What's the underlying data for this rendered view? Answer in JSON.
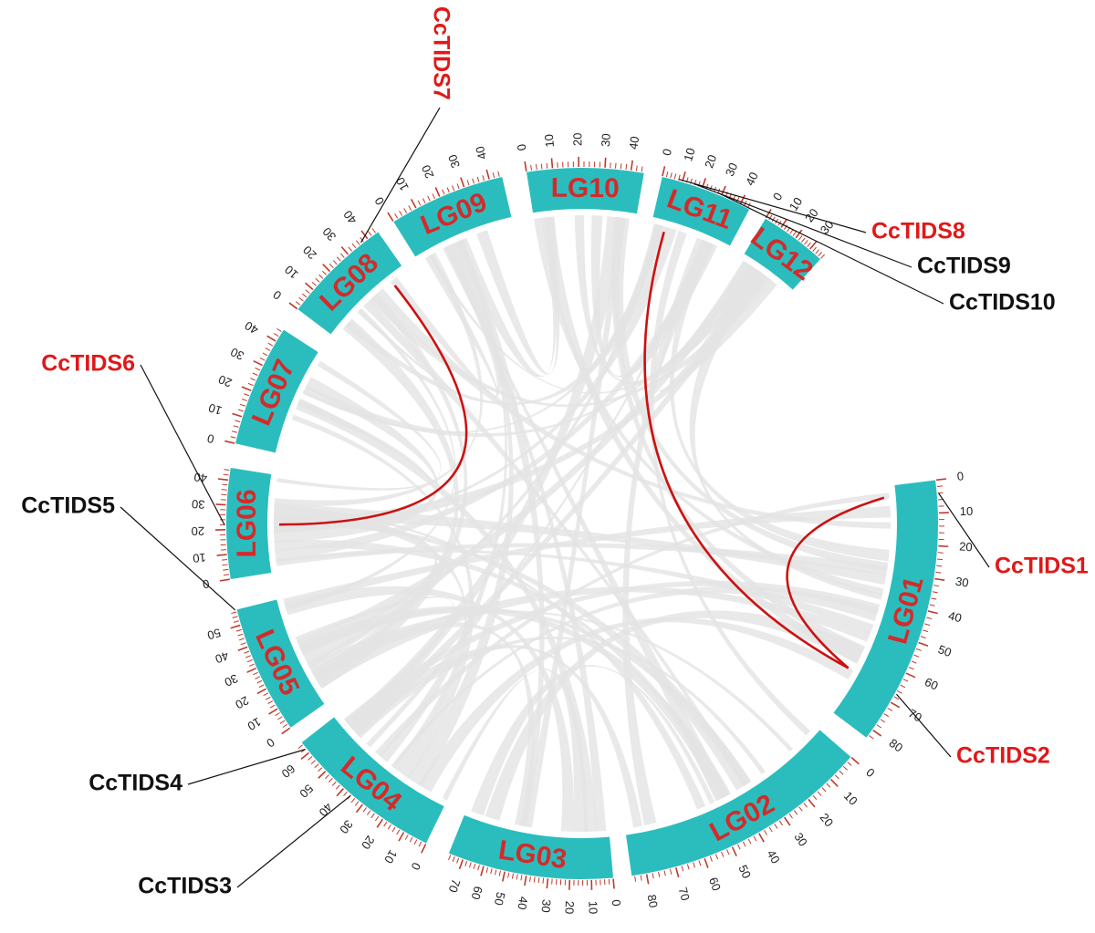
{
  "colors": {
    "chromosome_fill": "#2bbdbd",
    "chromosome_label": "#d42a2a",
    "tick": "#c0392b",
    "tick_label": "#222222",
    "link_gray": "#e3e3e3",
    "link_highlight": "#cc1111",
    "gene_highlight": "#e01818",
    "gene_plain": "#111111"
  },
  "chromosomes": [
    {
      "name": "LG01",
      "length": 83,
      "ticks": [
        0,
        10,
        20,
        30,
        40,
        50,
        60,
        70,
        80
      ]
    },
    {
      "name": "LG02",
      "length": 85,
      "ticks": [
        0,
        10,
        20,
        30,
        40,
        50,
        60,
        70,
        80
      ]
    },
    {
      "name": "LG03",
      "length": 77,
      "ticks": [
        0,
        10,
        20,
        30,
        40,
        50,
        60,
        70
      ]
    },
    {
      "name": "LG04",
      "length": 65,
      "ticks": [
        0,
        10,
        20,
        30,
        40,
        50,
        60
      ]
    },
    {
      "name": "LG05",
      "length": 57,
      "ticks": [
        0,
        10,
        20,
        30,
        40,
        50
      ]
    },
    {
      "name": "LG06",
      "length": 45,
      "ticks": [
        0,
        10,
        20,
        30,
        40
      ]
    },
    {
      "name": "LG07",
      "length": 45,
      "ticks": [
        0,
        10,
        20,
        30,
        40
      ]
    },
    {
      "name": "LG08",
      "length": 45,
      "ticks": [
        0,
        10,
        20,
        30,
        40
      ]
    },
    {
      "name": "LG09",
      "length": 45,
      "ticks": [
        0,
        10,
        20,
        30,
        40
      ]
    },
    {
      "name": "LG10",
      "length": 45,
      "ticks": [
        0,
        10,
        20,
        30,
        40
      ]
    },
    {
      "name": "LG11",
      "length": 45,
      "ticks": [
        0,
        10,
        20,
        30,
        40
      ]
    },
    {
      "name": "LG12",
      "length": 38,
      "ticks": [
        0,
        10,
        20,
        30
      ]
    }
  ],
  "genes": [
    {
      "name": "CcTIDS1",
      "chromosome": "LG01",
      "position": 4,
      "highlight": true
    },
    {
      "name": "CcTIDS2",
      "chromosome": "LG01",
      "position": 67,
      "highlight": true
    },
    {
      "name": "CcTIDS3",
      "chromosome": "LG04",
      "position": 36,
      "highlight": false
    },
    {
      "name": "CcTIDS4",
      "chromosome": "LG04",
      "position": 62,
      "highlight": false
    },
    {
      "name": "CcTIDS5",
      "chromosome": "LG05",
      "position": 57,
      "highlight": false
    },
    {
      "name": "CcTIDS6",
      "chromosome": "LG06",
      "position": 22,
      "highlight": true
    },
    {
      "name": "CcTIDS7",
      "chromosome": "LG08",
      "position": 37,
      "highlight": true
    },
    {
      "name": "CcTIDS8",
      "chromosome": "LG11",
      "position": 8,
      "highlight": true
    },
    {
      "name": "CcTIDS9",
      "chromosome": "LG11",
      "position": 16,
      "highlight": false
    },
    {
      "name": "CcTIDS10",
      "chromosome": "LG11",
      "position": 28,
      "highlight": false
    }
  ],
  "highlight_links": [
    {
      "from": {
        "chromosome": "LG06",
        "position": 22
      },
      "to": {
        "chromosome": "LG08",
        "position": 37
      }
    },
    {
      "from": {
        "chromosome": "LG11",
        "position": 8
      },
      "to": {
        "chromosome": "LG01",
        "position": 67
      }
    },
    {
      "from": {
        "chromosome": "LG01",
        "position": 4
      },
      "to": {
        "chromosome": "LG01",
        "position": 67
      }
    }
  ]
}
